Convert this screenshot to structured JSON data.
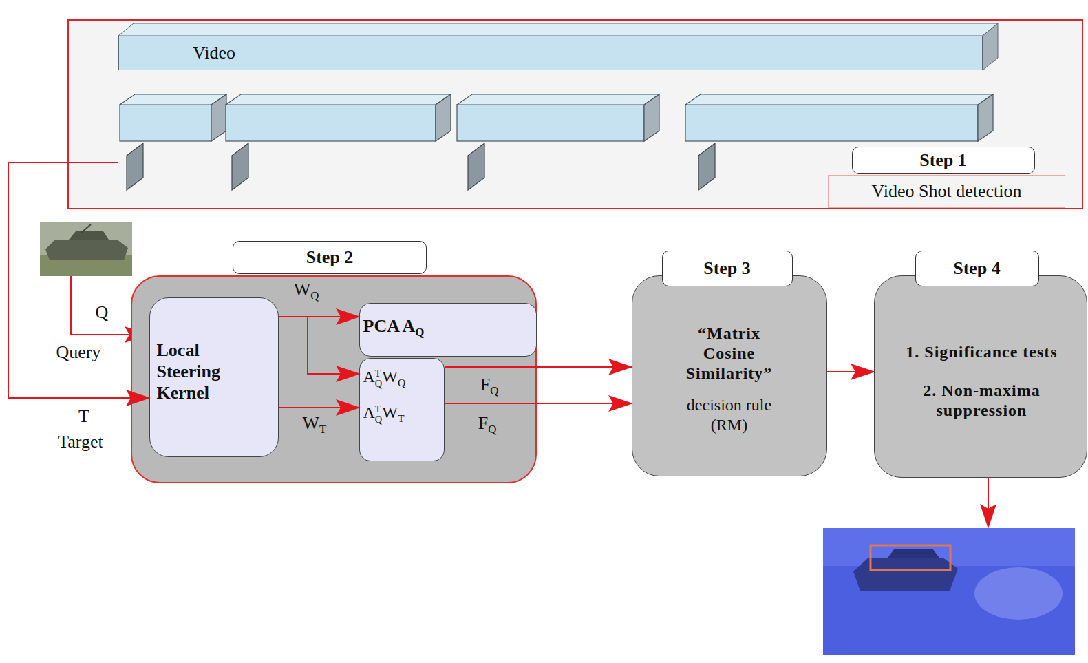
{
  "diagram": {
    "nodes": [
      {
        "text": [
          "Video Shot detection"
        ]
      },
      {
        "text": [
          "Step 1"
        ],
        "in": 0
      },
      {
        "text": [
          "Video"
        ],
        "in": 0
      },
      {
        "text": [
          "Step 2"
        ]
      },
      {
        "text": [
          "Local Steering Kernel"
        ],
        "in": 3
      },
      {
        "text": [
          "PCA AQ"
        ],
        "in": 3
      },
      {
        "text": [
          "ATQWQ",
          "ATQWT"
        ],
        "in": 3
      },
      {
        "text": [
          "Step 3",
          "“Matrix Cosine Similarity”",
          "decision rule (RM)"
        ]
      },
      {
        "text": [
          "Step 4",
          "1. Significance tests",
          "2. Non-maxima suppression"
        ]
      }
    ],
    "edges": [
      {
        "from": 0,
        "to": 4,
        "arrow": "to"
      },
      {
        "from": 4,
        "to": 5,
        "arrow": "to"
      },
      {
        "from": 4,
        "to": 6,
        "arrow": "to"
      },
      {
        "from": 4,
        "to": 6,
        "arrow": "to"
      },
      {
        "from": 6,
        "to": 7,
        "arrow": "to"
      },
      {
        "from": 6,
        "to": 7,
        "arrow": "to"
      },
      {
        "from": 7,
        "to": 8,
        "arrow": "to"
      }
    ],
    "labels": [
      "Q",
      "Query",
      "T",
      "Target",
      "WQ",
      "WT",
      "FQ",
      "FQ"
    ]
  }
}
